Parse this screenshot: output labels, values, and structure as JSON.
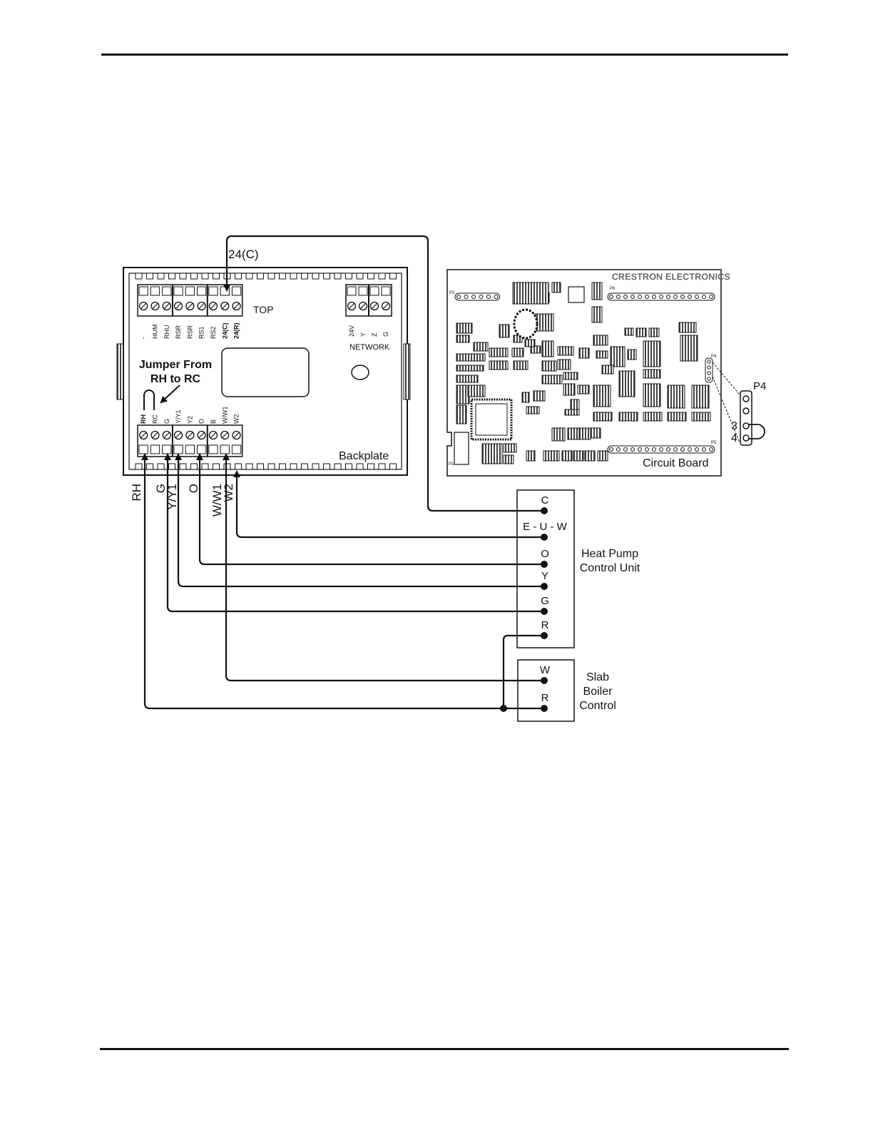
{
  "diagram": {
    "backplate": {
      "label": "Backplate",
      "top_label": "TOP",
      "network_label": "NETWORK",
      "top_terminals": [
        "-",
        "HUM",
        "RHU",
        "RSR",
        "RSR",
        "RS1",
        "RS2",
        "24(C)",
        "24(R)"
      ],
      "network_terminals": [
        "24V",
        "Y",
        "Z",
        "G"
      ],
      "bottom_terminals": [
        "RH",
        "RC",
        "G",
        "Y/Y1",
        "Y2",
        "O",
        "B",
        "W/W1",
        "W2"
      ],
      "jumper_label_line1": "Jumper From",
      "jumper_label_line2": "RH to RC"
    },
    "circuit_board": {
      "label": "Circuit Board",
      "brand_text": "CRESTRON ELECTRONICS",
      "header_labels": [
        "P3",
        "P6",
        "P4",
        "P5",
        "P1"
      ],
      "p4_callout": "P4",
      "p4_pins": [
        "3",
        "4"
      ]
    },
    "wire_labels": {
      "top_wire": "24(C)",
      "bottom": [
        "RH",
        "G",
        "Y/Y1",
        "O",
        "W/W1",
        "W2"
      ]
    },
    "heat_pump": {
      "title_line1": "Heat Pump",
      "title_line2": "Control Unit",
      "terminals": [
        "C",
        "E - U - W",
        "O",
        "Y",
        "G",
        "R"
      ]
    },
    "boiler": {
      "title_line1": "Slab",
      "title_line2": "Boiler",
      "title_line3": "Control",
      "terminals": [
        "W",
        "R"
      ]
    }
  }
}
